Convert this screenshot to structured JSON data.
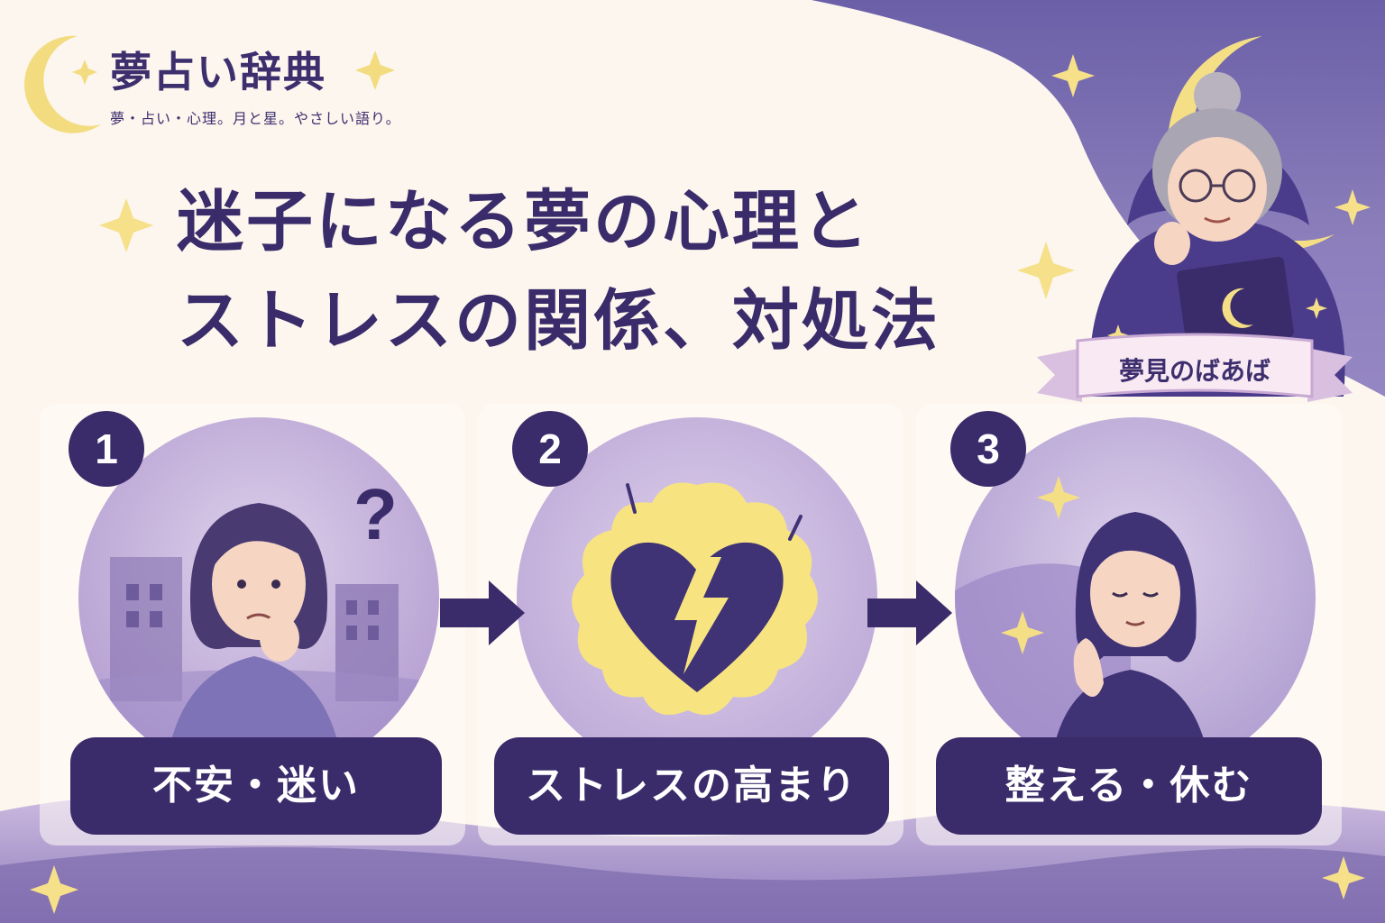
{
  "brand": {
    "title": "夢占い辞典",
    "tagline": "夢・占い・心理。月と星。やさしい語り。"
  },
  "headline": {
    "line1": "迷子になる夢の心理と",
    "line2": "ストレスの関係、対処法"
  },
  "mascot": {
    "name": "夢見のばあば"
  },
  "steps": [
    {
      "number": "1",
      "label": "不安・迷い",
      "icon": "confused-woman-icon"
    },
    {
      "number": "2",
      "label": "ストレスの高まり",
      "icon": "broken-heart-icon"
    },
    {
      "number": "3",
      "label": "整える・休む",
      "icon": "praying-woman-icon"
    }
  ],
  "colors": {
    "primary": "#3a2c6a",
    "lavender": "#c9b6dd",
    "star": "#f6e08a",
    "moon": "#f5df86",
    "cream": "#fcf6ee"
  }
}
